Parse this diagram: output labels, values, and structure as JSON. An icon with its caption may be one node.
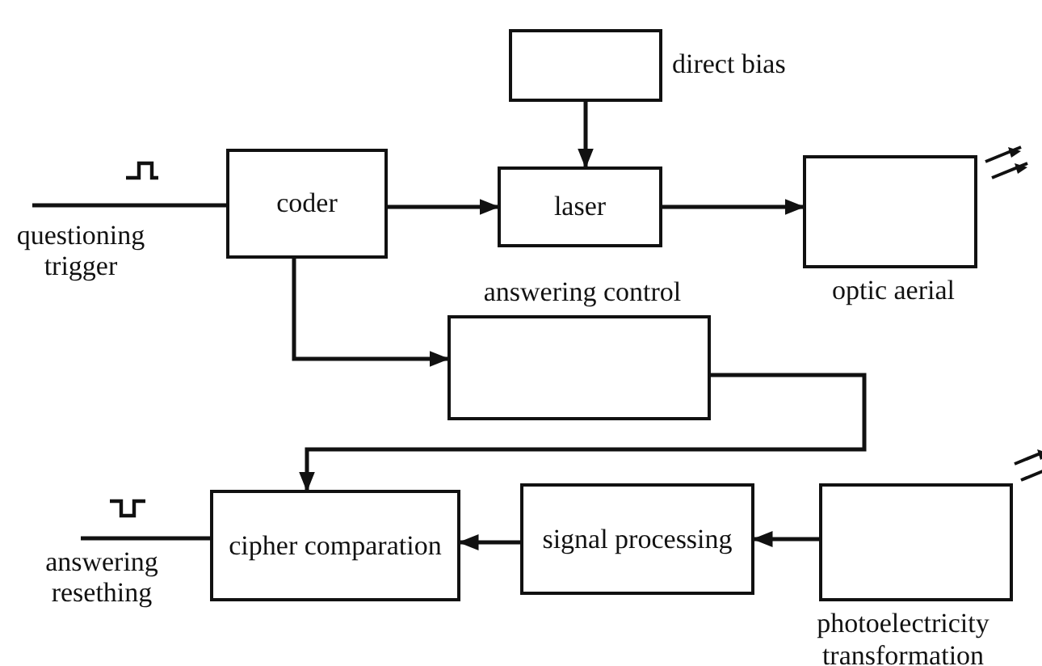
{
  "diagram": {
    "nodes": [
      {
        "text": [
          "questioning trigger"
        ]
      },
      {
        "text": [
          "coder"
        ]
      },
      {
        "text": [
          "direct bias"
        ]
      },
      {
        "text": [
          "laser"
        ]
      },
      {
        "text": [
          "optic aerial"
        ]
      },
      {
        "text": [
          "answering control"
        ]
      },
      {
        "text": [
          "answering resething"
        ]
      },
      {
        "text": [
          "cipher comparation"
        ]
      },
      {
        "text": [
          "signal processing"
        ]
      },
      {
        "text": [
          "photoelectricity transformation"
        ]
      }
    ],
    "edges": [
      {
        "from": 0,
        "to": 1,
        "arrow": "none"
      },
      {
        "from": 1,
        "to": 3,
        "arrow": "to"
      },
      {
        "from": 2,
        "to": 3,
        "arrow": "to"
      },
      {
        "from": 3,
        "to": 4,
        "arrow": "to"
      },
      {
        "from": 1,
        "to": 5,
        "arrow": "to"
      },
      {
        "from": 5,
        "to": 7,
        "arrow": "to"
      },
      {
        "from": 6,
        "to": 7,
        "arrow": "none"
      },
      {
        "from": 9,
        "to": 8,
        "arrow": "to"
      },
      {
        "from": 8,
        "to": 7,
        "arrow": "to"
      }
    ]
  }
}
